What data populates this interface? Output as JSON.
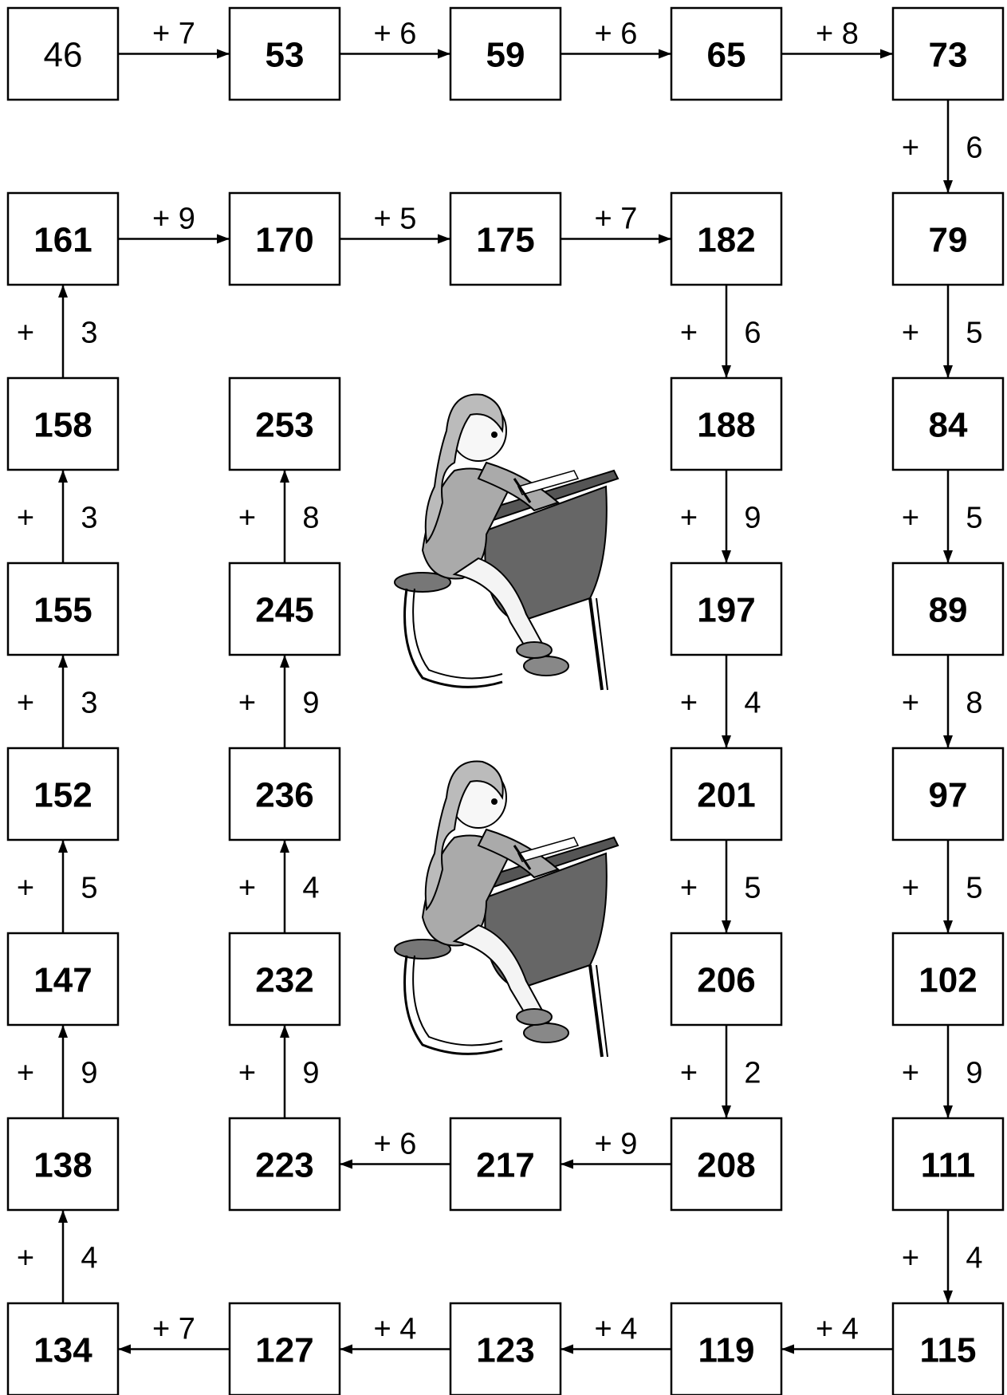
{
  "start_value": "46",
  "rows": [
    [
      "46",
      "53",
      "59",
      "65",
      "73"
    ],
    [
      "161",
      "170",
      "175",
      "182",
      "79"
    ],
    [
      "158",
      "253",
      "",
      "188",
      "84"
    ],
    [
      "155",
      "245",
      "",
      "197",
      "89"
    ],
    [
      "152",
      "236",
      "",
      "201",
      "97"
    ],
    [
      "147",
      "232",
      "",
      "206",
      "102"
    ],
    [
      "138",
      "223",
      "217",
      "208",
      "111"
    ],
    [
      "134",
      "127",
      "123",
      "119",
      "115"
    ]
  ],
  "steps": [
    {
      "from": [
        0,
        0
      ],
      "to": [
        0,
        1
      ],
      "label": "+ 7"
    },
    {
      "from": [
        0,
        1
      ],
      "to": [
        0,
        2
      ],
      "label": "+ 6"
    },
    {
      "from": [
        0,
        2
      ],
      "to": [
        0,
        3
      ],
      "label": "+ 6"
    },
    {
      "from": [
        0,
        3
      ],
      "to": [
        0,
        4
      ],
      "label": "+ 8"
    },
    {
      "from": [
        0,
        4
      ],
      "to": [
        1,
        4
      ],
      "op": "+",
      "n": "6"
    },
    {
      "from": [
        1,
        4
      ],
      "to": [
        2,
        4
      ],
      "op": "+",
      "n": "5"
    },
    {
      "from": [
        2,
        4
      ],
      "to": [
        3,
        4
      ],
      "op": "+",
      "n": "5"
    },
    {
      "from": [
        3,
        4
      ],
      "to": [
        4,
        4
      ],
      "op": "+",
      "n": "8"
    },
    {
      "from": [
        4,
        4
      ],
      "to": [
        5,
        4
      ],
      "op": "+",
      "n": "5"
    },
    {
      "from": [
        5,
        4
      ],
      "to": [
        6,
        4
      ],
      "op": "+",
      "n": "9"
    },
    {
      "from": [
        6,
        4
      ],
      "to": [
        7,
        4
      ],
      "op": "+",
      "n": "4"
    },
    {
      "from": [
        7,
        4
      ],
      "to": [
        7,
        3
      ],
      "label": "+ 4"
    },
    {
      "from": [
        7,
        3
      ],
      "to": [
        7,
        2
      ],
      "label": "+ 4"
    },
    {
      "from": [
        7,
        2
      ],
      "to": [
        7,
        1
      ],
      "label": "+ 4"
    },
    {
      "from": [
        7,
        1
      ],
      "to": [
        7,
        0
      ],
      "label": "+ 7"
    },
    {
      "from": [
        7,
        0
      ],
      "to": [
        6,
        0
      ],
      "op": "+",
      "n": "4"
    },
    {
      "from": [
        6,
        0
      ],
      "to": [
        5,
        0
      ],
      "op": "+",
      "n": "9"
    },
    {
      "from": [
        5,
        0
      ],
      "to": [
        4,
        0
      ],
      "op": "+",
      "n": "5"
    },
    {
      "from": [
        4,
        0
      ],
      "to": [
        3,
        0
      ],
      "op": "+",
      "n": "3"
    },
    {
      "from": [
        3,
        0
      ],
      "to": [
        2,
        0
      ],
      "op": "+",
      "n": "3"
    },
    {
      "from": [
        2,
        0
      ],
      "to": [
        1,
        0
      ],
      "op": "+",
      "n": "3"
    },
    {
      "from": [
        1,
        0
      ],
      "to": [
        1,
        1
      ],
      "label": "+ 9"
    },
    {
      "from": [
        1,
        1
      ],
      "to": [
        1,
        2
      ],
      "label": "+ 5"
    },
    {
      "from": [
        1,
        2
      ],
      "to": [
        1,
        3
      ],
      "label": "+ 7"
    },
    {
      "from": [
        1,
        3
      ],
      "to": [
        2,
        3
      ],
      "op": "+",
      "n": "6"
    },
    {
      "from": [
        2,
        3
      ],
      "to": [
        3,
        3
      ],
      "op": "+",
      "n": "9"
    },
    {
      "from": [
        3,
        3
      ],
      "to": [
        4,
        3
      ],
      "op": "+",
      "n": "4"
    },
    {
      "from": [
        4,
        3
      ],
      "to": [
        5,
        3
      ],
      "op": "+",
      "n": "5"
    },
    {
      "from": [
        5,
        3
      ],
      "to": [
        6,
        3
      ],
      "op": "+",
      "n": "2"
    },
    {
      "from": [
        6,
        3
      ],
      "to": [
        6,
        2
      ],
      "label": "+ 9"
    },
    {
      "from": [
        6,
        2
      ],
      "to": [
        6,
        1
      ],
      "label": "+ 6"
    },
    {
      "from": [
        6,
        1
      ],
      "to": [
        5,
        1
      ],
      "op": "+",
      "n": "9"
    },
    {
      "from": [
        5,
        1
      ],
      "to": [
        4,
        1
      ],
      "op": "+",
      "n": "4"
    },
    {
      "from": [
        4,
        1
      ],
      "to": [
        3,
        1
      ],
      "op": "+",
      "n": "9"
    },
    {
      "from": [
        3,
        1
      ],
      "to": [
        2,
        1
      ],
      "op": "+",
      "n": "8"
    }
  ],
  "illustrations": [
    "girl-writing-at-desk",
    "girl-writing-at-desk"
  ]
}
